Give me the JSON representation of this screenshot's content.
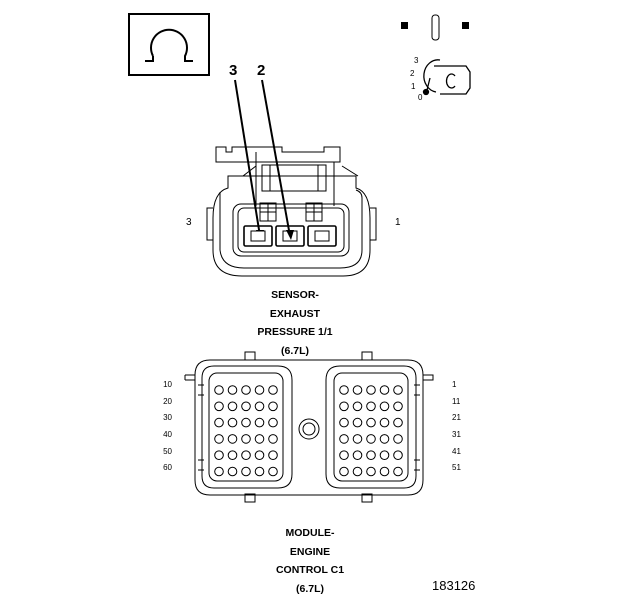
{
  "sensor_connector": {
    "callouts": [
      "3",
      "2"
    ],
    "side_left": "3",
    "side_right": "1",
    "caption": [
      "SENSOR-",
      "EXHAUST",
      "PRESSURE 1/1",
      "(6.7L)"
    ]
  },
  "module_connector": {
    "left_pins": [
      "10",
      "20",
      "30",
      "40",
      "50",
      "60"
    ],
    "right_pins": [
      "1",
      "11",
      "21",
      "31",
      "41",
      "51"
    ],
    "caption": [
      "MODULE-",
      "ENGINE",
      "CONTROL C1",
      "(6.7L)"
    ]
  },
  "ignition_icon": {
    "positions": [
      "3",
      "2",
      "1",
      "0"
    ]
  },
  "figure_number": "183126",
  "icons": [
    "ohm-meter-icon",
    "ignition-switch-icon",
    "key-icon"
  ]
}
